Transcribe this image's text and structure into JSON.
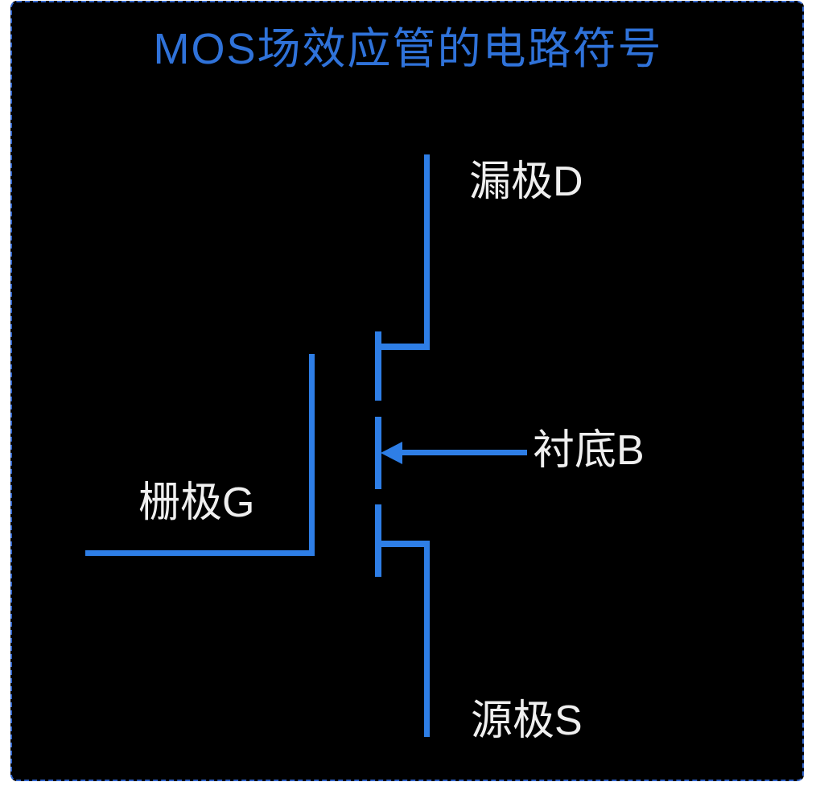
{
  "page": {
    "title": "MOS场效应管的电路符号"
  },
  "labels": {
    "drain": "漏极D",
    "substrate": "衬底B",
    "gate": "栅极G",
    "source": "源极S"
  },
  "icons": {
    "substrate_arrow": "left-arrow"
  },
  "colors": {
    "outer_bg": "#ffffff",
    "canvas_bg": "#000000",
    "selection_dash": "#3366cc",
    "line": "#2e7ee6",
    "title_text": "#2f72d9",
    "label_text": "#efefef"
  }
}
